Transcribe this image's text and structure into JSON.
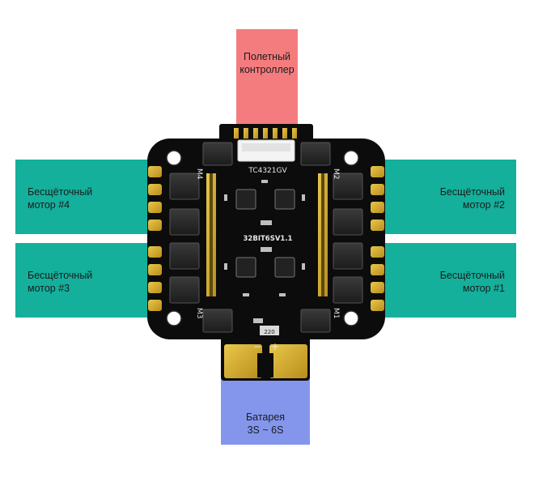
{
  "labels": {
    "flight_controller": [
      "Полетный",
      "контроллер"
    ],
    "motor4": [
      "Бесщёточный",
      "мотор #4"
    ],
    "motor3": [
      "Бесщёточный",
      "мотор #3"
    ],
    "motor2": [
      "Бесщёточный",
      "мотор #2"
    ],
    "motor1": [
      "Бесщёточный",
      "мотор #1"
    ],
    "battery": [
      "Батарея",
      "3S ~ 6S"
    ]
  },
  "board": {
    "connector_label": "TC4321GV",
    "model_label": "32BIT6SV1.1",
    "m1": "M1",
    "m2": "M2",
    "m3": "M3",
    "m4": "M4",
    "capacitor": "220",
    "minus": "−",
    "plus": "+"
  },
  "colors": {
    "flight_controller": "#f47c7e",
    "motor": "#14b09c",
    "battery": "#8496ec",
    "pcb": "#0c0c0c",
    "gold": "#d8b032"
  }
}
